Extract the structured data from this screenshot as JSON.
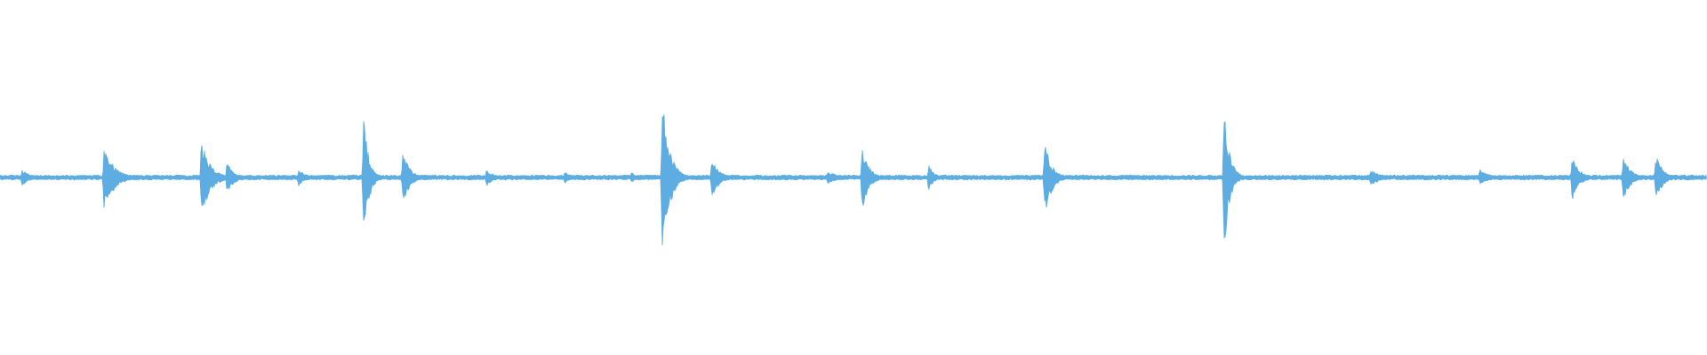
{
  "waveform": {
    "color": "#5dade2",
    "background": "#ffffff",
    "channels": 1,
    "baseline_amplitude": 0.01,
    "events": [
      {
        "time": 0.013,
        "peak_up": 0.05,
        "peak_down": 0.05,
        "decay": 0.004
      },
      {
        "time": 0.061,
        "peak_up": 0.17,
        "peak_down": 0.19,
        "decay": 0.006
      },
      {
        "time": 0.118,
        "peak_up": 0.22,
        "peak_down": 0.24,
        "decay": 0.005
      },
      {
        "time": 0.133,
        "peak_up": 0.09,
        "peak_down": 0.1,
        "decay": 0.004
      },
      {
        "time": 0.175,
        "peak_up": 0.05,
        "peak_down": 0.05,
        "decay": 0.004
      },
      {
        "time": 0.213,
        "peak_up": 0.35,
        "peak_down": 0.38,
        "decay": 0.003
      },
      {
        "time": 0.236,
        "peak_up": 0.15,
        "peak_down": 0.16,
        "decay": 0.004
      },
      {
        "time": 0.285,
        "peak_up": 0.05,
        "peak_down": 0.05,
        "decay": 0.004
      },
      {
        "time": 0.331,
        "peak_up": 0.04,
        "peak_down": 0.04,
        "decay": 0.003
      },
      {
        "time": 0.37,
        "peak_up": 0.03,
        "peak_down": 0.03,
        "decay": 0.003
      },
      {
        "time": 0.388,
        "peak_up": 0.48,
        "peak_down": 0.5,
        "decay": 0.004
      },
      {
        "time": 0.417,
        "peak_up": 0.12,
        "peak_down": 0.13,
        "decay": 0.004
      },
      {
        "time": 0.485,
        "peak_up": 0.04,
        "peak_down": 0.04,
        "decay": 0.005
      },
      {
        "time": 0.505,
        "peak_up": 0.17,
        "peak_down": 0.19,
        "decay": 0.004
      },
      {
        "time": 0.544,
        "peak_up": 0.08,
        "peak_down": 0.08,
        "decay": 0.003
      },
      {
        "time": 0.612,
        "peak_up": 0.21,
        "peak_down": 0.23,
        "decay": 0.004
      },
      {
        "time": 0.717,
        "peak_up": 0.45,
        "peak_down": 0.47,
        "decay": 0.003
      },
      {
        "time": 0.803,
        "peak_up": 0.05,
        "peak_down": 0.05,
        "decay": 0.006
      },
      {
        "time": 0.867,
        "peak_up": 0.05,
        "peak_down": 0.05,
        "decay": 0.005
      },
      {
        "time": 0.921,
        "peak_up": 0.13,
        "peak_down": 0.14,
        "decay": 0.004
      },
      {
        "time": 0.951,
        "peak_up": 0.13,
        "peak_down": 0.14,
        "decay": 0.004
      },
      {
        "time": 0.97,
        "peak_up": 0.13,
        "peak_down": 0.14,
        "decay": 0.004
      }
    ]
  }
}
